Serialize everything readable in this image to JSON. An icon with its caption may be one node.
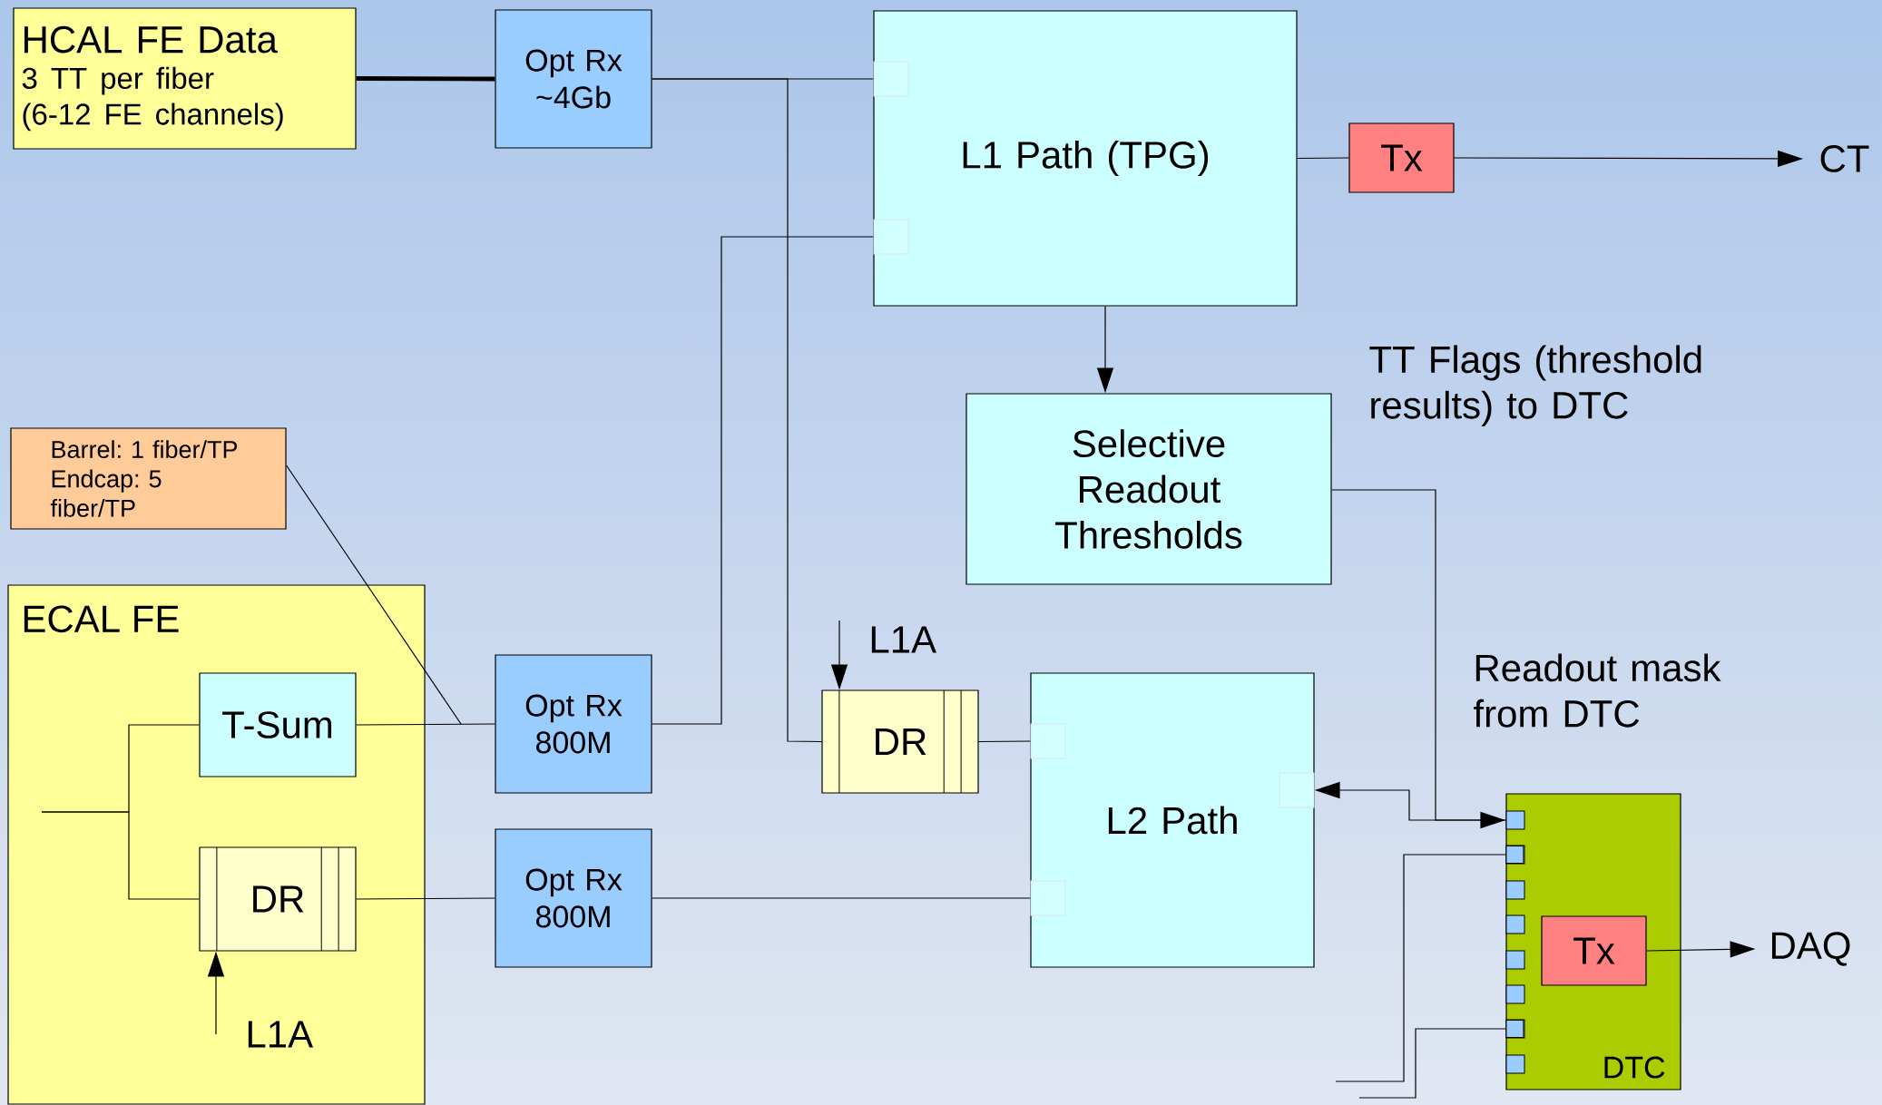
{
  "diagram": {
    "nodes": [
      {
        "text": [
          "HCAL FE Data",
          "3 TT per fiber",
          "(6-12 FE channels)"
        ]
      },
      {
        "text": [
          "Opt Rx ~4Gb"
        ]
      },
      {
        "text": [
          "L1 Path (TPG)"
        ]
      },
      {
        "text": [
          "Tx"
        ]
      },
      {
        "text": [
          "CT"
        ]
      },
      {
        "text": [
          "Selective Readout Thresholds"
        ]
      },
      {
        "text": [
          "Barrel: 1 fiber/TP Endcap: 5 fiber/TP"
        ]
      },
      {
        "text": [
          "ECAL FE"
        ]
      },
      {
        "text": [
          "T-Sum"
        ],
        "in": 7
      },
      {
        "text": [
          "DR"
        ],
        "in": 7
      },
      {
        "text": [
          "Opt Rx 800M"
        ]
      },
      {
        "text": [
          "Opt Rx 800M"
        ]
      },
      {
        "text": [
          "DR"
        ]
      },
      {
        "text": [
          "L2 Path"
        ]
      },
      {
        "text": [
          "DTC"
        ]
      },
      {
        "text": [
          "Tx"
        ],
        "in": 14
      },
      {
        "text": [
          "DAQ"
        ]
      }
    ],
    "edges": [
      {
        "from": 0,
        "to": 1,
        "arrow": "none",
        "style": "thick"
      },
      {
        "from": 1,
        "to": 2,
        "arrow": "none"
      },
      {
        "from": 1,
        "to": 12,
        "arrow": "none"
      },
      {
        "from": 10,
        "to": 2,
        "arrow": "none"
      },
      {
        "from": 2,
        "to": 3,
        "arrow": "none"
      },
      {
        "from": 3,
        "to": 4,
        "arrow": "to"
      },
      {
        "from": 2,
        "to": 5,
        "arrow": "to"
      },
      {
        "from": 5,
        "to": 14,
        "arrow": "to"
      },
      {
        "from": 14,
        "to": 13,
        "arrow": "to"
      },
      {
        "from": 8,
        "to": 10,
        "arrow": "none"
      },
      {
        "from": 9,
        "to": 11,
        "arrow": "none"
      },
      {
        "from": null,
        "to": 8,
        "arrow": "none"
      },
      {
        "from": null,
        "to": 9,
        "arrow": "none"
      },
      {
        "from": 12,
        "to": 13,
        "arrow": "none"
      },
      {
        "from": 11,
        "to": 13,
        "arrow": "none"
      },
      {
        "from": 15,
        "to": 16,
        "arrow": "to"
      },
      {
        "from": null,
        "to": 14,
        "arrow": "other"
      },
      {
        "from": null,
        "to": 14,
        "arrow": "other"
      },
      {
        "from": null,
        "to": 9,
        "arrow": "to",
        "label": "L1A"
      },
      {
        "from": null,
        "to": 12,
        "arrow": "to",
        "label": "L1A"
      },
      {
        "from": 6,
        "to": null,
        "arrow": "none"
      }
    ],
    "labels": [
      "TT Flags (threshold results) to DTC",
      "Readout mask from DTC"
    ]
  }
}
